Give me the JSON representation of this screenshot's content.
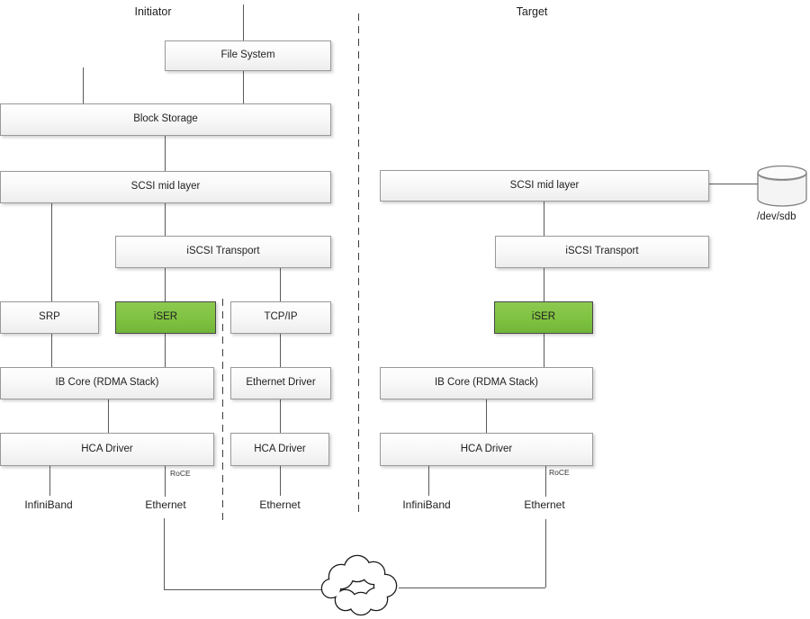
{
  "diagram": {
    "initiator": {
      "title": "Initiator",
      "file_system": "File System",
      "block_storage": "Block Storage",
      "scsi_mid_layer": "SCSI mid layer",
      "iscsi_transport": "iSCSI Transport",
      "srp": "SRP",
      "iser": "iSER",
      "tcp_ip": "TCP/IP",
      "ib_core": "IB Core (RDMA Stack)",
      "ethernet_driver": "Ethernet Driver",
      "hca_driver_ib": "HCA Driver",
      "hca_driver_eth": "HCA Driver",
      "roce": "RoCE",
      "port_infiniband": "InfiniBand",
      "port_ethernet_roce": "Ethernet",
      "port_ethernet_tcp": "Ethernet"
    },
    "target": {
      "title": "Target",
      "scsi_mid_layer": "SCSI mid layer",
      "iscsi_transport": "iSCSI Transport",
      "iser": "iSER",
      "ib_core": "IB Core (RDMA Stack)",
      "hca_driver": "HCA Driver",
      "roce": "RoCE",
      "port_infiniband": "InfiniBand",
      "port_ethernet": "Ethernet",
      "disk": "/dev/sdb"
    },
    "colors": {
      "iser_green": "#7FC241",
      "box_border": "#999999",
      "connector_line": "#595959",
      "dashed_divider": "#3D3D3D"
    }
  }
}
